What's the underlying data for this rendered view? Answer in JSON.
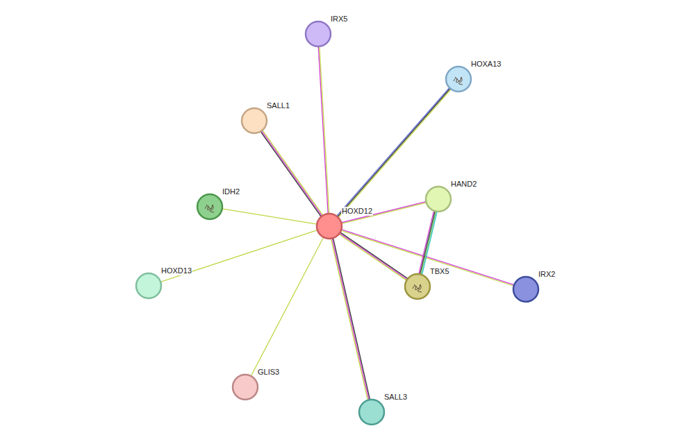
{
  "diagram": {
    "nodes": [
      {
        "text": [
          "HOXD12"
        ]
      },
      {
        "text": [
          "IRX5"
        ]
      },
      {
        "text": [
          "HOXA13"
        ]
      },
      {
        "text": [
          "SALL1"
        ]
      },
      {
        "text": [
          "IDH2"
        ]
      },
      {
        "text": [
          "HAND2"
        ]
      },
      {
        "text": [
          "HOXD13"
        ]
      },
      {
        "text": [
          "TBX5"
        ]
      },
      {
        "text": [
          "IRX2"
        ]
      },
      {
        "text": [
          "GLIS3"
        ]
      },
      {
        "text": [
          "SALL3"
        ]
      }
    ],
    "edges": [
      {
        "from": 0,
        "to": 1,
        "arrow": "none"
      },
      {
        "from": 0,
        "to": 2,
        "arrow": "none"
      },
      {
        "from": 0,
        "to": 3,
        "arrow": "none"
      },
      {
        "from": 0,
        "to": 4,
        "arrow": "none"
      },
      {
        "from": 0,
        "to": 5,
        "arrow": "none"
      },
      {
        "from": 0,
        "to": 6,
        "arrow": "none"
      },
      {
        "from": 0,
        "to": 7,
        "arrow": "none"
      },
      {
        "from": 0,
        "to": 8,
        "arrow": "none"
      },
      {
        "from": 0,
        "to": 9,
        "arrow": "none"
      },
      {
        "from": 0,
        "to": 10,
        "arrow": "none"
      },
      {
        "from": 5,
        "to": 7,
        "arrow": "none"
      }
    ]
  }
}
